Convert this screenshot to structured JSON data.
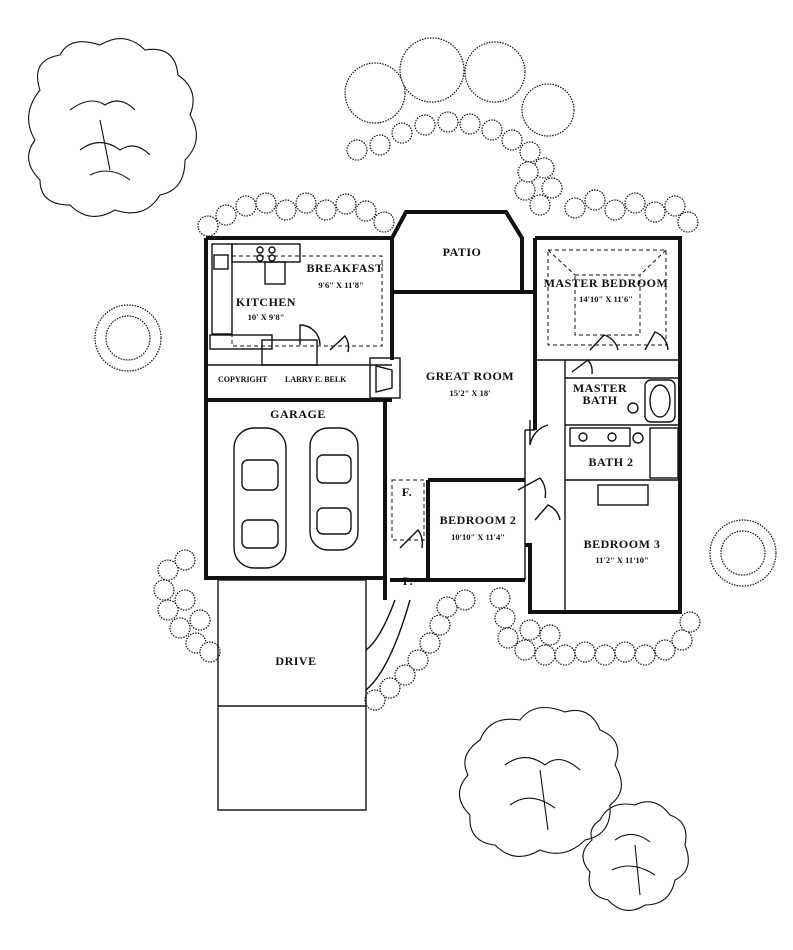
{
  "rooms": {
    "patio": {
      "name": "PATIO"
    },
    "breakfast": {
      "name": "BREAKFAST",
      "dims": "9'6\" X 11'8\""
    },
    "kitchen": {
      "name": "KITCHEN",
      "dims": "10' X 9'8\""
    },
    "great_room": {
      "name": "GREAT ROOM",
      "dims": "15'2\" X 18'"
    },
    "master_bedroom": {
      "name": "MASTER BEDROOM",
      "dims": "14'10\" X 11'6\""
    },
    "master_bath": {
      "line1": "MASTER",
      "line2": "BATH"
    },
    "bath2": {
      "name": "BATH 2"
    },
    "garage": {
      "name": "GARAGE"
    },
    "bedroom2": {
      "name": "BEDROOM 2",
      "dims": "10'10\" X 11'4\""
    },
    "bedroom3": {
      "name": "BEDROOM 3",
      "dims": "11'2\" X 11'10\""
    },
    "foyer": {
      "name": "F."
    },
    "porch": {
      "name": "P."
    },
    "drive": {
      "name": "DRIVE"
    }
  },
  "copyright": {
    "label": "COPYRIGHT",
    "owner": "LARRY E. BELK"
  }
}
